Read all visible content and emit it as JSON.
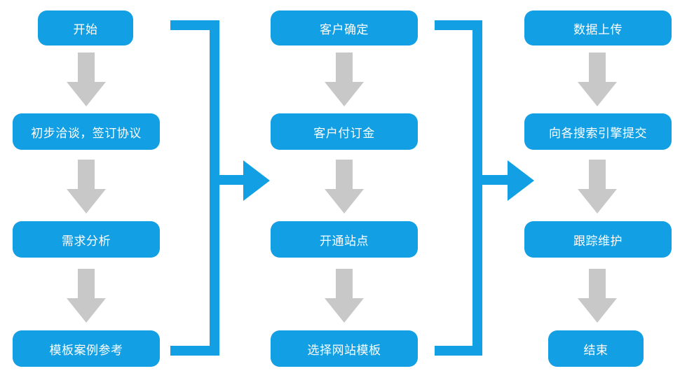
{
  "columns": [
    {
      "steps": [
        "开始",
        "初步洽谈，签订协议",
        "需求分析",
        "模板案例参考"
      ]
    },
    {
      "steps": [
        "客户确定",
        "客户付订金",
        "开通站点",
        "选择网站模板"
      ]
    },
    {
      "steps": [
        "数据上传",
        "向各搜索引擎提交",
        "跟踪维护",
        "结束"
      ]
    }
  ],
  "colors": {
    "box": "#129fe3",
    "box_text": "#ffffff",
    "down_arrow": "#c8c8c8",
    "bracket": "#129fe3"
  },
  "icons": {
    "down_arrow": "down-arrow-icon",
    "connector": "bracket-arrow-icon"
  }
}
